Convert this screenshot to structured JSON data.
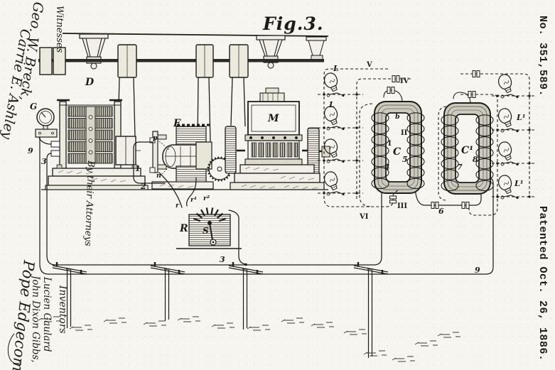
{
  "figure_label": "Fig.3.",
  "margin_right": {
    "patent_number": "No. 351,589.",
    "patent_date": "Patented Oct. 26, 1886."
  },
  "margin_left": {
    "witnesses_heading": "Witnesses",
    "witness_signature_1": "Geo. W. Breck,",
    "witness_signature_2": "Carrie E. Ashley",
    "attorneys_line": "By their Attorneys",
    "attorney_signature": "Pope Edgecomb",
    "inventors_heading": "Inventors",
    "inventor_1": "Lucien Gaulard",
    "inventor_2": "John Dixon Gibbs,"
  },
  "machine_labels": {
    "dynamo": "D",
    "gauge": "G",
    "converter": "E",
    "motor": "M",
    "regulator": "R",
    "switch_lever": "S",
    "transformer_1": "C",
    "transformer_2": "C¹",
    "brush_p": "p",
    "brush_n": "n",
    "terminal_b": "b"
  },
  "contact_labels": {
    "r": "r",
    "r1": "r¹",
    "r2": "r²"
  },
  "wire_numbers": {
    "n1": "1",
    "n2": "2",
    "n3": "3",
    "n3_line": "3",
    "n4": "4",
    "n5": "5",
    "n6": "6",
    "n7": "7",
    "n8": "8",
    "n9": "9",
    "n9_line": "9"
  },
  "roman_numerals": {
    "i": "I",
    "ii": "II",
    "iii": "III",
    "iv": "IV",
    "v": "V",
    "vi": "VI"
  },
  "lamp_labels": {
    "left_1": "L",
    "left_2": "L",
    "right_1": "L¹",
    "right_2": "L¹"
  }
}
